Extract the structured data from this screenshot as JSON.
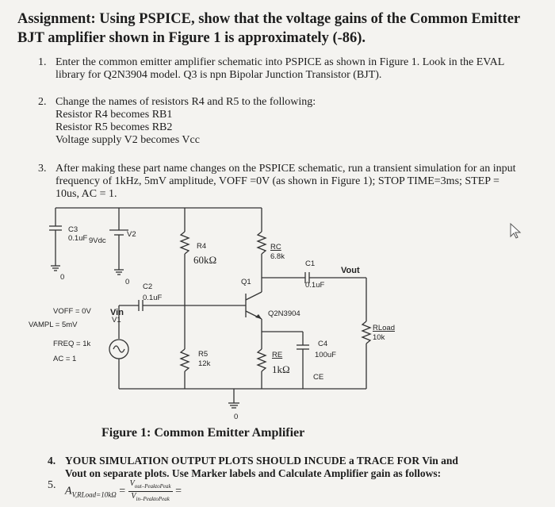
{
  "title": {
    "line1": "Assignment: Using PSPICE, show that the voltage gains of the Common Emitter",
    "line2": "BJT amplifier shown in Figure 1 is approximately (-86)."
  },
  "steps": [
    {
      "num": "1.",
      "lines": [
        "Enter the common emitter amplifier schematic into PSPICE as shown in Figure 1. Look in the EVAL",
        "library for Q2N3904 model. Q3 is npn Bipolar Junction Transistor (BJT)."
      ]
    },
    {
      "num": "2.",
      "lines": [
        "Change the names of resistors R4 and R5 to the following:",
        "Resistor R4 becomes RB1",
        "Resistor R5 becomes RB2",
        "Voltage supply V2 becomes Vcc"
      ]
    },
    {
      "num": "3.",
      "lines": [
        "After making these part name changes on the PSPICE schematic, run a transient simulation for an input",
        "frequency of 1kHz, 5mV amplitude, VOFF =0V (as shown in Figure 1); STOP TIME=3ms; STEP =",
        "10us, AC = 1."
      ]
    },
    {
      "num": "4.",
      "lines": [
        "YOUR SIMULATION OUTPUT PLOTS SHOULD INCUDE a TRACE FOR Vin and",
        "Vout on separate plots. Use Marker labels and Calculate Amplifier gain as follows:"
      ]
    },
    {
      "num": "5.",
      "formula": {
        "lhs": "A",
        "lhs_sub": "V,RLoad=10kΩ",
        "equals": "=",
        "numerator": "V",
        "numerator_sub": "out–PeaktoPeak",
        "denominator": "V",
        "denominator_sub": "in–PeaktoPeak",
        "trailing": "="
      }
    }
  ],
  "schematic": {
    "c3_name": "C3",
    "c3_value": "0.1uF",
    "v2_name": "V2",
    "v2_value": "9Vdc",
    "ground_label": "0",
    "c2_name": "C2",
    "c2_value": "0.1uF",
    "r4_name": "R4",
    "r4_value": "60kΩ",
    "rc_name": "RC",
    "rc_value": "6.8k",
    "c1_name": "C1",
    "c1_value": "0.1uF",
    "vout_label": "Vout",
    "q1_name": "Q1",
    "q1_model": "Q2N3904",
    "vin_label": "Vin",
    "v1_name": "V1",
    "voff": "VOFF = 0V",
    "vampl": "VAMPL = 5mV",
    "freq": "FREQ = 1k",
    "ac": "AC = 1",
    "r5_name": "R5",
    "r5_value": "12k",
    "re_name": "RE",
    "re_value": "1kΩ",
    "c4_name": "C4",
    "c4_value": "100uF",
    "ce_label": "CE",
    "rload_name": "RLoad",
    "rload_value": "10k"
  },
  "figure_caption": "Figure 1: Common Emitter Amplifier"
}
